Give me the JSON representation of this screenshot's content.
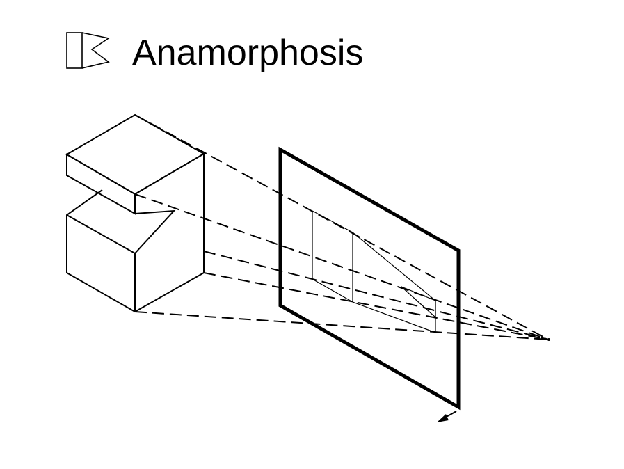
{
  "header": {
    "title": "Anamorphosis",
    "logo_icon": "anamorphosis-logo-icon"
  },
  "diagram": {
    "elements": [
      "cube-with-notch",
      "projection-plane",
      "projected-image",
      "projection-rays",
      "viewpoint",
      "plane-direction-arrow"
    ]
  },
  "colors": {
    "ink": "#000000",
    "background": "#ffffff"
  }
}
